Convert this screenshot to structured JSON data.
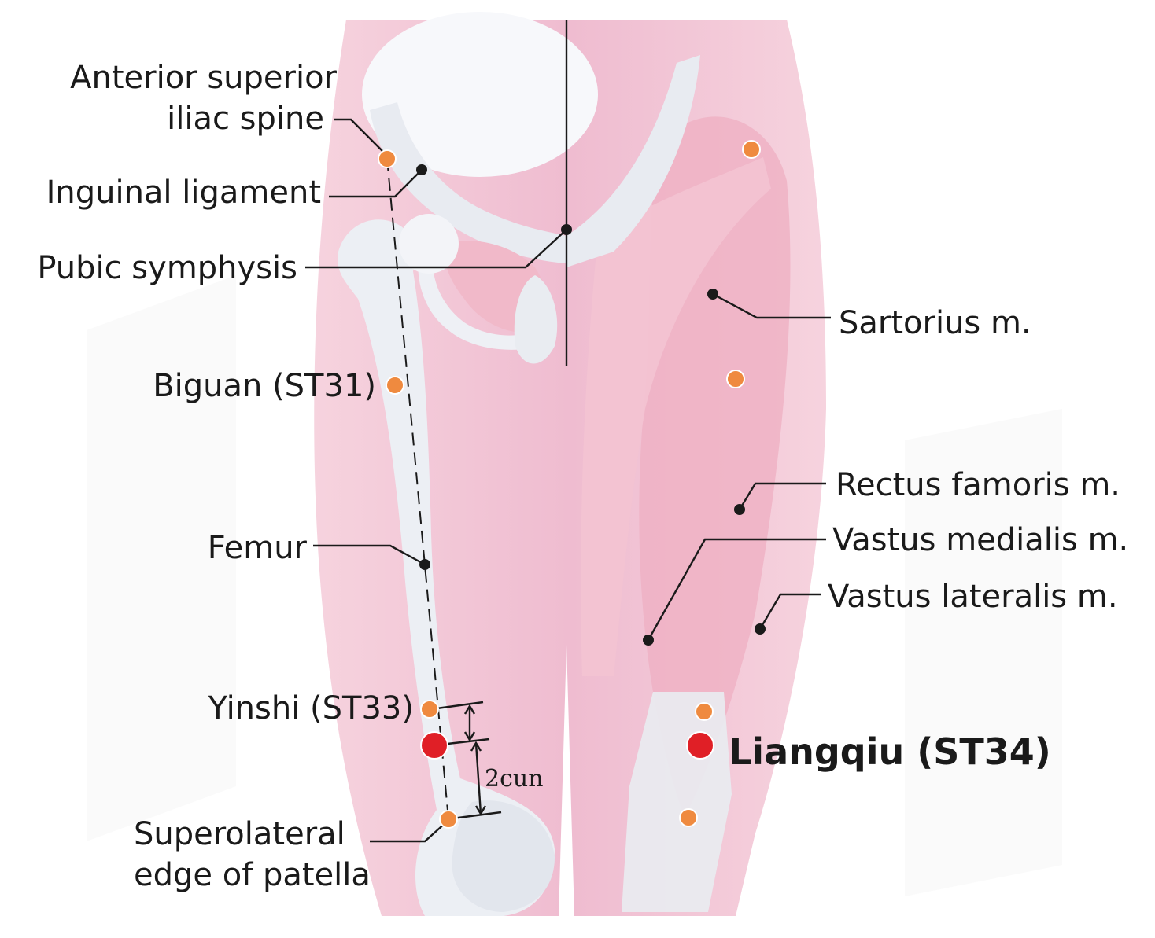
{
  "colors": {
    "skin": "#f4c9d6",
    "muscle": "#ecb3c4",
    "bone": "#eceff4",
    "acupoint": "#ef8a3f",
    "primary_point": "#e01f26",
    "line": "#1a1a1a"
  },
  "labels": {
    "asis_line1": "Anterior superior",
    "asis_line2": "iliac spine",
    "inguinal": "Inguinal ligament",
    "pubic": "Pubic symphysis",
    "sartorius": "Sartorius m.",
    "biguan": "Biguan (ST31)",
    "rectus": "Rectus famoris m.",
    "vastus_medialis": "Vastus medialis m.",
    "vastus_lateralis": "Vastus lateralis m.",
    "femur": "Femur",
    "yinshi": "Yinshi (ST33)",
    "liangqiu": "Liangqiu (ST34)",
    "measure": "2cun",
    "patella_line1": "Superolateral",
    "patella_line2": "edge of patella"
  }
}
